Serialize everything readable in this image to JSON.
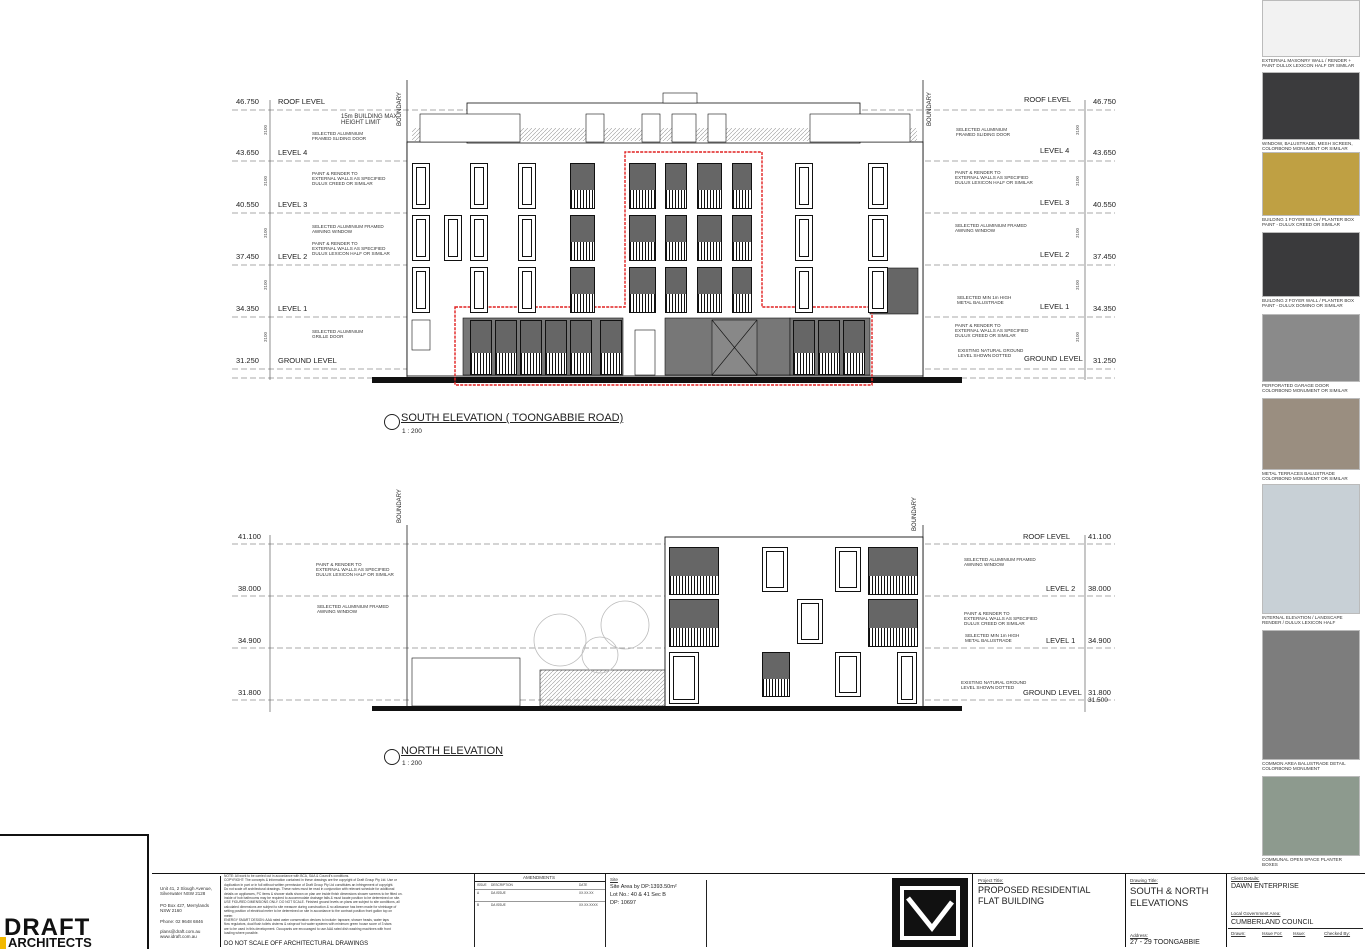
{
  "south_elevation": {
    "title": "SOUTH ELEVATION ( TOONGABBIE ROAD)",
    "scale": "1 : 200",
    "boundary": "BOUNDARY",
    "levels_left": [
      {
        "name": "ROOF LEVEL",
        "rl": "46.750"
      },
      {
        "name": "LEVEL 4",
        "rl": "43.650"
      },
      {
        "name": "LEVEL 3",
        "rl": "40.550"
      },
      {
        "name": "LEVEL 2",
        "rl": "37.450"
      },
      {
        "name": "LEVEL 1",
        "rl": "34.350"
      },
      {
        "name": "GROUND LEVEL",
        "rl": "31.250"
      }
    ],
    "levels_right": [
      {
        "name": "ROOF LEVEL",
        "rl": "46.750"
      },
      {
        "name": "LEVEL 4",
        "rl": "43.650"
      },
      {
        "name": "LEVEL 3",
        "rl": "40.550"
      },
      {
        "name": "LEVEL 2",
        "rl": "37.450"
      },
      {
        "name": "LEVEL 1",
        "rl": "34.350"
      },
      {
        "name": "GROUND LEVEL",
        "rl": "31.250"
      }
    ],
    "height_limit": "15m BUILDING MAX HEIGHT LIMIT",
    "dim": "3100",
    "notes_left": [
      "SELECTED ALUMINIUM\nFRAMED SLIDING DOOR",
      "PAINT & RENDER TO\nEXTERNAL WALLS AS SPECIFIED\nDULUX CREED OR SIMILAR",
      "SELECTED ALUMINIUM FRAMED\nAWNING WINDOW",
      "PAINT & RENDER TO\nEXTERNAL WALLS AS SPECIFIED\nDULUX LEXICON HALF OR SIMILAR",
      "SELECTED ALUMINIUM\nGRILLE DOOR"
    ],
    "notes_right": [
      "SELECTED ALUMINIUM\nFRAMED SLIDING DOOR",
      "PAINT & RENDER TO\nEXTERNAL WALLS AS SPECIFIED\nDULUX LEXICON HALF OR SIMILAR",
      "SELECTED ALUMINIUM FRAMED\nAWNING WINDOW",
      "SELECTED MIN 1m HIGH\nMETAL BALUSTRADE",
      "PAINT & RENDER TO\nEXTERNAL WALLS AS SPECIFIED\nDULUX CREED OR SIMILAR",
      "EXISTING NATURAL GROUND\nLEVEL SHOWN DOTTED"
    ]
  },
  "north_elevation": {
    "title": "NORTH ELEVATION",
    "scale": "1 : 200",
    "boundary": "BOUNDARY",
    "levels_left": [
      "41.100",
      "38.000",
      "34.900",
      "31.800"
    ],
    "levels_right": [
      {
        "name": "ROOF LEVEL",
        "rl": "41.100"
      },
      {
        "name": "LEVEL 2",
        "rl": "38.000"
      },
      {
        "name": "LEVEL 1",
        "rl": "34.900"
      },
      {
        "name": "GROUND LEVEL",
        "rl": "31.800"
      }
    ],
    "rl_extra": "31.500",
    "notes_left": [
      "PAINT & RENDER TO\nEXTERNAL WALLS AS SPECIFIED\nDULUX LEXICON HALF OR SIMILAR",
      "SELECTED ALUMINIUM FRAMED\nAWNING WINDOW"
    ],
    "notes_right": [
      "SELECTED ALUMINIUM FRAMED\nAWNING WINDOW",
      "PAINT & RENDER TO\nEXTERNAL WALLS AS SPECIFIED\nDULUX CREED OR SIMILAR",
      "SELECTED MIN 1m HIGH\nMETAL BALUSTRADE",
      "EXISTING NATURAL GROUND\nLEVEL SHOWN DOTTED"
    ]
  },
  "finishes": [
    {
      "caption": "EXTERNAL MASONRY WALL / RENDER +\nPAINT DULUX LEXICON HALF OR SIMILAR",
      "color": "#f2f2f2"
    },
    {
      "caption": "WINDOW, BALUSTRADE, MESH SCREEN,\nCOLORBOND MONUMENT OR SIMILAR",
      "color": "#3b3b3d"
    },
    {
      "caption": "BUILDING 1 FOYER WALL / PLANTER BOX\nPAINT - DULUX CREED OR SIMILAR",
      "color": "#bfa043"
    },
    {
      "caption": "BUILDING 2 FOYER WALL / PLANTER BOX\nPAINT - DULUX DOMINO OR SIMILAR",
      "color": "#3a3a3c"
    },
    {
      "caption": "PERFORATED GARAGE DOOR\nCOLORBOND MONUMENT OR SIMILAR",
      "color": "#8a8a8a"
    },
    {
      "caption": "METAL TERRACES BALUSTRADE\nCOLORBOND MONUMENT OR SIMILAR",
      "color": "#9a8e80"
    },
    {
      "caption": "INTERNAL ELEVATION / LANDSCAPE\nRENDER / DULUX LEXICON HALF",
      "color": "#c8d0d6"
    },
    {
      "caption": "COMMON AREA BALUSTRADE DETAIL\nCOLORBOND MONUMENT",
      "color": "#7d7d7d"
    },
    {
      "caption": "COMMUNAL OPEN SPACE PLANTER\nBOXES",
      "color": "#8d9a8e"
    }
  ],
  "title_block": {
    "logo_line1": "DRAFT",
    "logo_line2": "ARCHITECTS",
    "address": "Unit 41, 2 Slough Avenue,\nSilverwater NSW 2128",
    "po_box": "PO Box 427, Merrylands\nNSW 2160",
    "phone": "Phone: 02 9648 6846",
    "email": "plans@draft.com.au\nwww.idraft.com.au",
    "note_text": "NOTE: All work to be carried out in accordance with BCA, SAA & Council's conditions.\nCOPYRIGHT: The concepts & information contained in these drawings are the copyright of Draft Group Pty Ltd. Use or\nduplication in part or in full without written permission of Draft Group Pty Ltd constitutes an infringement of copyright.\nDo not scale off architectural drawings. These notes must be read in conjunction with relevant schedule for additional\ndetails on appliances, PC items & shower stalls shown on plan are inside finish dimensions shower screens to be fitted on.\ninside of hob bathrooms may be required to accommodate drainage falls & must locate position to be determined on site.\nUSE FIGURED DIMENSIONS ONLY. DO NOT SCALE. Finished ground levels on plans are subject to site conditions, all\ncalculated dimensions are subject to site measure during construction & no allowance has been made for shrinkage of\nsetting position of electrical meter to be determined on site in accordance to the contract position front gallon top on\nmeter.\nENERGY SMART DESIGN: AAA rated water conservation devices to include: tapware, shower heads, water taps\nflow regulators, dual flush toilets cisterns & rainproof hot water systems with minimum green house score of 3 stars\nare to be used in this development. Occupants are encouraged to use AAA rated dish washing machines with front\nloading where possible.",
    "do_not_scale": "DO NOT SCALE OFF ARCHITECTURAL DRAWINGS",
    "amendments_title": "AMENDMENTS",
    "amend_cols": [
      "ISSUE",
      "DESCRIPTION",
      "DATE"
    ],
    "amend_rows": [
      [
        "A",
        "DA ISSUE",
        "XX.XX.XX"
      ],
      [
        "B",
        "DA ISSUE",
        "XX.XX.XXXX"
      ]
    ],
    "site_head": "Site",
    "site_area": "Site Area by DP:1393.50m²",
    "lot": "Lot No.: 40 & 41 Sec B",
    "dp": "DP: 10697",
    "project_head": "Project Title:",
    "project": "PROPOSED RESIDENTIAL\nFLAT BUILDING",
    "drawing_head": "Drawing Title:",
    "drawing": "SOUTH & NORTH\nELEVATIONS",
    "address_head": "Address:",
    "address_val": "27 - 29 TOONGABBIE",
    "client_head": "Client Details:",
    "client": "DAWN ENTERPRISE",
    "council_head": "Local Government Area:",
    "council": "CUMBERLAND COUNCIL",
    "meta": [
      "Drawn:",
      "Issue For:",
      "Issue:",
      "Checked By:"
    ]
  }
}
